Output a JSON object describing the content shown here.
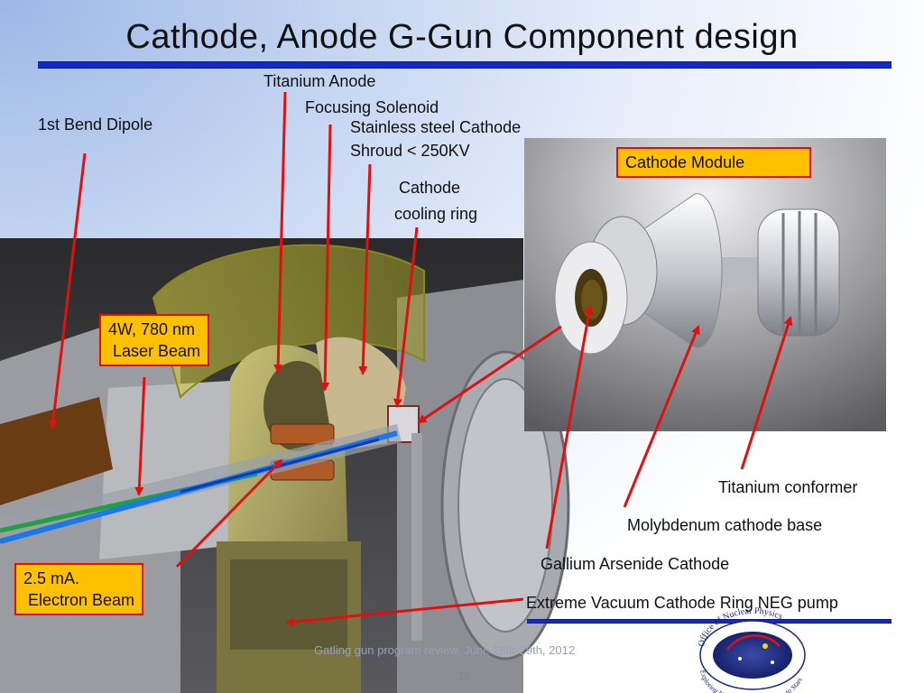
{
  "slide": {
    "title": "Cathode, Anode G-Gun Component design",
    "page_number": "11",
    "footer": "Gatling gun program review, June 28th-29th, 2012"
  },
  "labels": {
    "titanium_anode": "Titanium Anode",
    "focusing_solenoid": "Focusing Solenoid",
    "stainless_shroud_line1": "Stainless steel Cathode",
    "stainless_shroud_line2": "Shroud < 250KV",
    "cooling_ring_line1": "Cathode",
    "cooling_ring_line2": "cooling ring",
    "bend_dipole": "1st Bend Dipole",
    "titanium_conformer": "Titanium conformer",
    "molybdenum_base": "Molybdenum cathode base",
    "gallium_arsenide": "Gallium Arsenide Cathode",
    "neg_pump": "Extreme Vacuum Cathode Ring NEG pump"
  },
  "callouts": {
    "laser": "4W, 780 nm\n Laser Beam",
    "electron": "2.5 mA.\n Electron Beam",
    "cathode_module": "Cathode Module"
  },
  "logo": {
    "top_text": "Office of Nuclear Physics",
    "bottom_text": "Exploring Nuclear Matter - Quarks to Stars"
  },
  "colors": {
    "arrow": "#e01010",
    "callout_fill": "#ffc000",
    "rule": "#1428c8",
    "laser_beam": "#20a040",
    "electron_beam": "#1a78e8"
  }
}
